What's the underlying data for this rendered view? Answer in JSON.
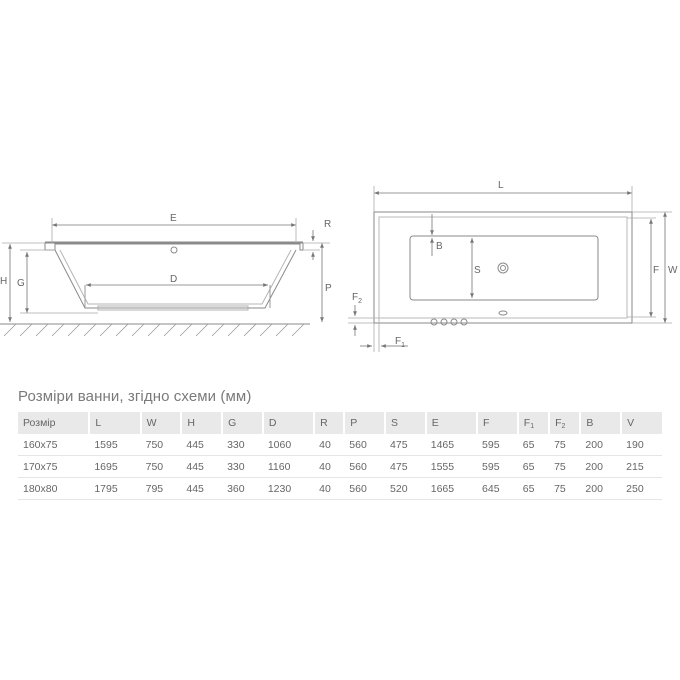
{
  "drawing": {
    "side_view_labels": {
      "E": "E",
      "D": "D",
      "R": "R",
      "H": "H",
      "G": "G",
      "P": "P"
    },
    "top_view_labels": {
      "L": "L",
      "B": "B",
      "S": "S",
      "F": "F",
      "W": "W",
      "F2_main": "F",
      "F2_sub": "2",
      "F1_main": "F",
      "F1_sub": "1"
    }
  },
  "title": "Розміри ванни, згідно схеми (мм)",
  "table": {
    "headers": [
      {
        "main": "Розмір",
        "sub": ""
      },
      {
        "main": "L",
        "sub": ""
      },
      {
        "main": "W",
        "sub": ""
      },
      {
        "main": "H",
        "sub": ""
      },
      {
        "main": "G",
        "sub": ""
      },
      {
        "main": "D",
        "sub": ""
      },
      {
        "main": "R",
        "sub": ""
      },
      {
        "main": "P",
        "sub": ""
      },
      {
        "main": "S",
        "sub": ""
      },
      {
        "main": "E",
        "sub": ""
      },
      {
        "main": "F",
        "sub": ""
      },
      {
        "main": "F",
        "sub": "1"
      },
      {
        "main": "F",
        "sub": "2"
      },
      {
        "main": "B",
        "sub": ""
      },
      {
        "main": "V",
        "sub": ""
      }
    ],
    "rows": [
      [
        "160x75",
        "1595",
        "750",
        "445",
        "330",
        "1060",
        "40",
        "560",
        "475",
        "1465",
        "595",
        "65",
        "75",
        "200",
        "190"
      ],
      [
        "170x75",
        "1695",
        "750",
        "445",
        "330",
        "1160",
        "40",
        "560",
        "475",
        "1555",
        "595",
        "65",
        "75",
        "200",
        "215"
      ],
      [
        "180x80",
        "1795",
        "795",
        "445",
        "360",
        "1230",
        "40",
        "560",
        "520",
        "1665",
        "645",
        "65",
        "75",
        "200",
        "250"
      ]
    ]
  }
}
